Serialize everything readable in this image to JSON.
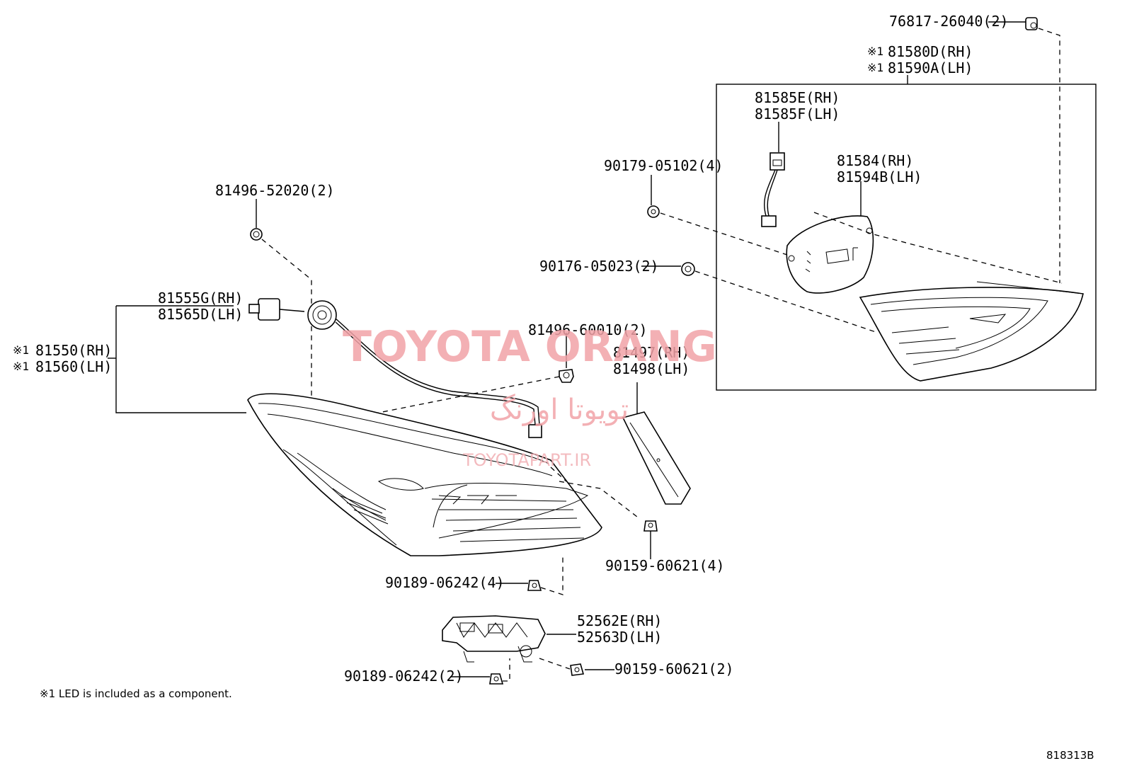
{
  "labels": {
    "p76817": "76817-26040(2)",
    "mark_a1": "※1",
    "p81580": "81580D(RH)",
    "mark_a2": "※1",
    "p81590": "81590A(LH)",
    "p81585e": "81585E(RH)",
    "p81585f": "81585F(LH)",
    "p81584": "81584(RH)",
    "p81594": "81594B(LH)",
    "p90179": "90179-05102(4)",
    "p90176": "90176-05023(2)",
    "p81496a": "81496-52020(2)",
    "p81555": "81555G(RH)",
    "p81565": "81565D(LH)",
    "mark_b1": "※1",
    "p81550": "81550(RH)",
    "mark_b2": "※1",
    "p81560": "81560(LH)",
    "p81496b": "81496-60010(2)",
    "p81497": "81497(RH)",
    "p81498": "81498(LH)",
    "p90159a": "90159-60621(4)",
    "p90189a": "90189-06242(4)",
    "p52562": "52562E(RH)",
    "p52563": "52563D(LH)",
    "p90189b": "90189-06242(2)",
    "p90159b": "90159-60621(2)"
  },
  "note": "※1 LED is included as a component.",
  "diagram_code": "818313B",
  "watermark": {
    "line1": "TOYOTA ORANG",
    "line2": "تویوتا اورنگ",
    "line3": "TOYOTAPART.IR"
  }
}
